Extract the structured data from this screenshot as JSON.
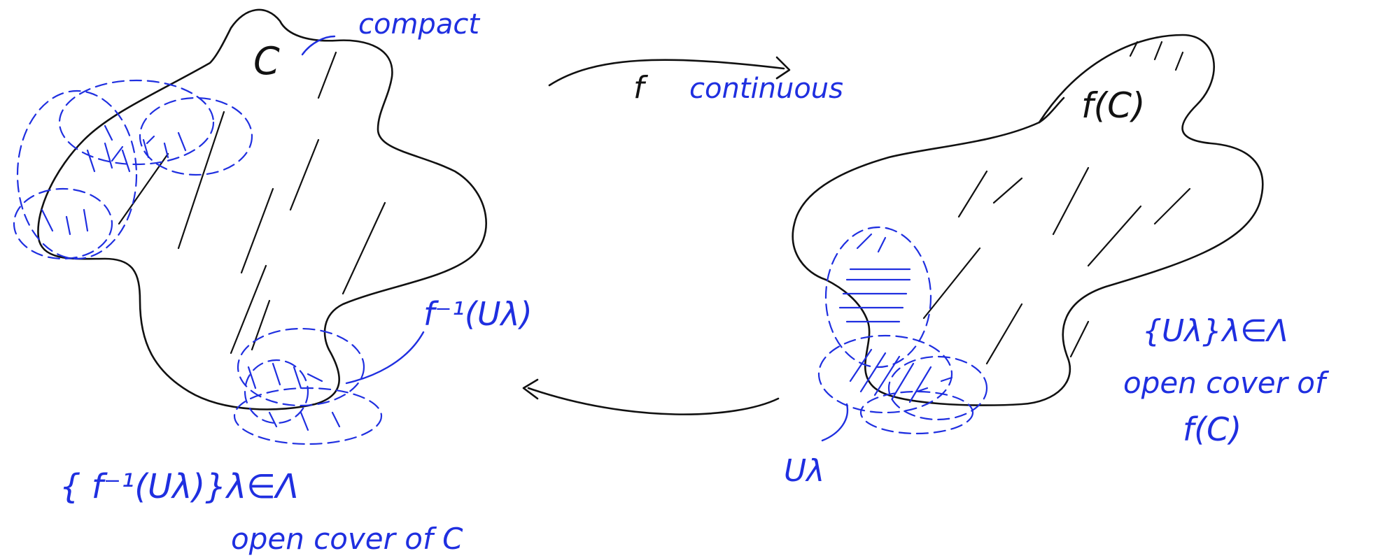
{
  "labels": {
    "set_c": "C",
    "compact": "compact",
    "map_f": "f",
    "continuous": "continuous",
    "image_fc": "f(C)",
    "preimage": "f⁻¹(Uλ)",
    "cover_fc_line1": "{Uλ}λ∈Λ",
    "cover_fc_line2": "open cover of",
    "cover_fc_line3": "f(C)",
    "u_lambda": "Uλ",
    "cover_c_line1": "{ f⁻¹(Uλ)}λ∈Λ",
    "cover_c_line2": "open cover of C"
  },
  "colors": {
    "ink_black": "#111111",
    "ink_blue": "#1f2fe0",
    "background": "#ffffff"
  }
}
